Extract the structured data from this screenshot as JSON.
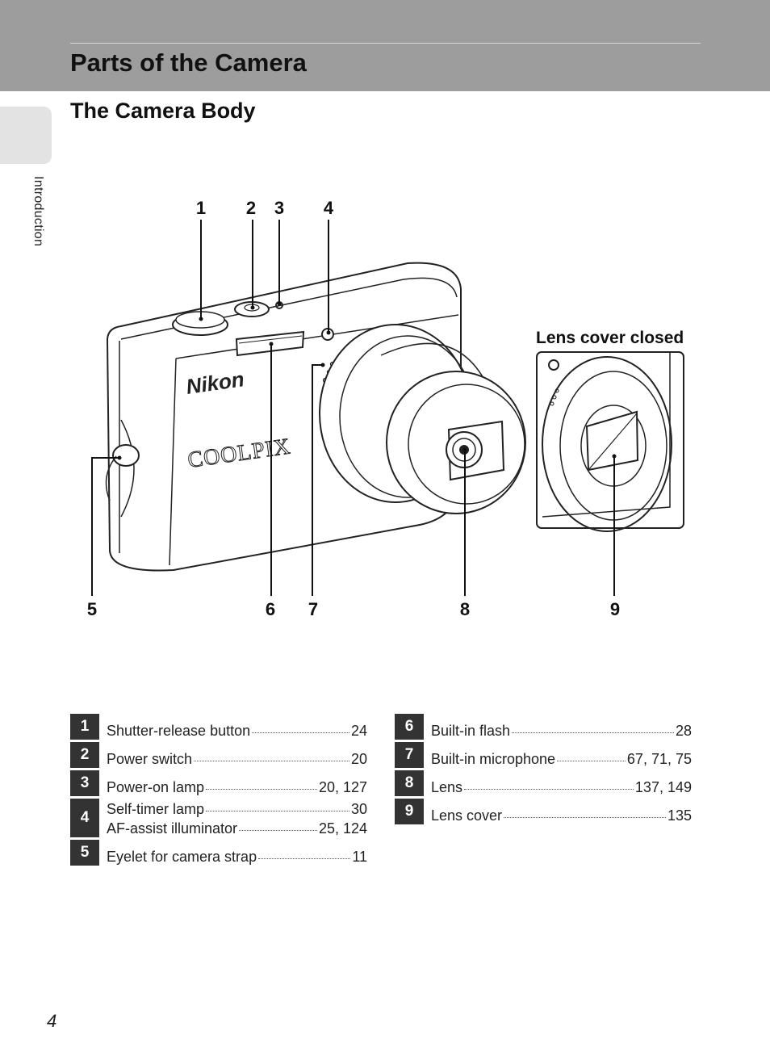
{
  "page": {
    "title": "Parts of the Camera",
    "section_title": "The Camera Body",
    "side_tab_label": "Introduction",
    "page_number": "4"
  },
  "figure": {
    "brand_text": "Nikon",
    "model_text": "COOLPIX",
    "inset_caption": "Lens cover closed",
    "callouts": [
      "1",
      "2",
      "3",
      "4",
      "5",
      "6",
      "7",
      "8",
      "9"
    ]
  },
  "parts": {
    "left": [
      {
        "num": "1",
        "items": [
          {
            "label": "Shutter-release button",
            "pages": "24"
          }
        ]
      },
      {
        "num": "2",
        "items": [
          {
            "label": "Power switch",
            "pages": "20"
          }
        ]
      },
      {
        "num": "3",
        "items": [
          {
            "label": "Power-on lamp",
            "pages": "20, 127"
          }
        ]
      },
      {
        "num": "4",
        "items": [
          {
            "label": "Self-timer lamp",
            "pages": "30"
          },
          {
            "label": "AF-assist illuminator",
            "pages": "25, 124"
          }
        ]
      },
      {
        "num": "5",
        "items": [
          {
            "label": "Eyelet for camera strap",
            "pages": "11"
          }
        ]
      }
    ],
    "right": [
      {
        "num": "6",
        "items": [
          {
            "label": "Built-in flash",
            "pages": "28"
          }
        ]
      },
      {
        "num": "7",
        "items": [
          {
            "label": "Built-in microphone",
            "pages": "67, 71, 75"
          }
        ]
      },
      {
        "num": "8",
        "items": [
          {
            "label": "Lens",
            "pages": "137, 149"
          }
        ]
      },
      {
        "num": "9",
        "items": [
          {
            "label": "Lens cover",
            "pages": "135"
          }
        ]
      }
    ]
  },
  "colors": {
    "header_band": "#9d9d9d",
    "side_tab": "#e3e3e3",
    "number_box": "#333333"
  }
}
